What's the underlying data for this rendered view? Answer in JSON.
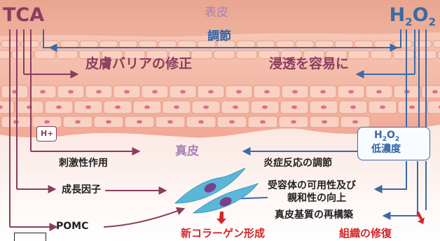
{
  "labels": {
    "tca": "TCA",
    "h2o2_main": "H",
    "h2o2_sub1": "2",
    "h2o2_o": "O",
    "h2o2_sub2": "2",
    "epidermis": "表皮",
    "regulate": "調節",
    "barrier_repair": "皮膚バリアの修正",
    "ease_permeation": "浸透を容易に",
    "h_plus": "H+",
    "h2o2_small_h": "H",
    "h2o2_small_sub1": "2",
    "h2o2_small_o": "O",
    "h2o2_small_sub2": "2",
    "low_concentration": "低濃度",
    "dermis": "真皮",
    "stimulation": "刺激性作用",
    "growth_factor": "成長因子",
    "pomc": "POMC",
    "inflammation_regulation": "炎症反応の調節",
    "receptor_line1": "受容体の可用性及び",
    "receptor_line2": "親和性の向上",
    "matrix_rebuild": "真皮基質の再構築",
    "new_collagen": "新コラーゲン形成",
    "tissue_repair": "組織の修復"
  },
  "colors": {
    "tca": "#8a3d5e",
    "h2o2": "#3b6aa5",
    "layer_label": "#a883b8",
    "outcome": "#d6262a",
    "skin": "#f3b7a2",
    "fibroblast": "#5bb7d8"
  }
}
